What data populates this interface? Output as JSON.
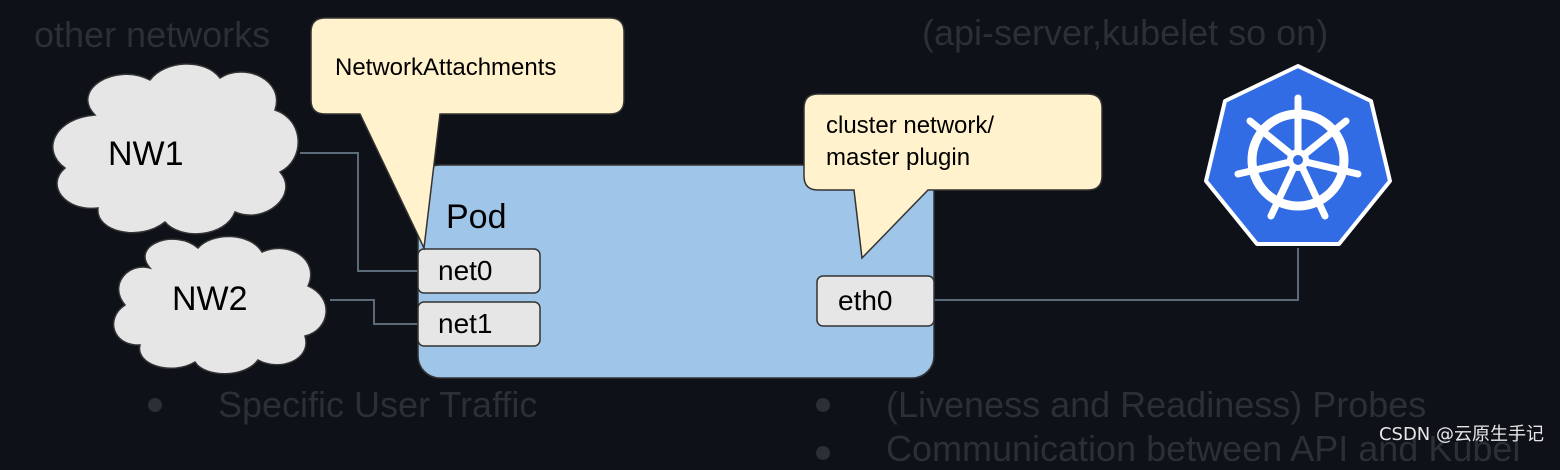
{
  "background_text": {
    "top_left": "other networks",
    "top_right": "(api-server,kubelet so on)",
    "bullet_1": "Specific User Traffic",
    "bullet_2": "(Liveness and Readiness) Probes",
    "bullet_3": "Communication between API and Kubel"
  },
  "clouds": [
    {
      "label": "NW1"
    },
    {
      "label": "NW2"
    }
  ],
  "pod": {
    "title": "Pod",
    "interfaces": [
      {
        "label": "net0"
      },
      {
        "label": "net1"
      },
      {
        "label": "eth0"
      }
    ]
  },
  "callouts": {
    "network_attachments": "NetworkAttachments",
    "cluster_network_line1": "cluster network/",
    "cluster_network_line2": "master plugin"
  },
  "logo": {
    "icon": "kubernetes-helm-wheel-icon",
    "color": "#326ce5"
  },
  "colors": {
    "pod_fill": "#9fc5e8",
    "cloud_fill": "#e6e6e6",
    "callout_fill": "#fff2cc",
    "connector": "#5b6b7a"
  },
  "watermark": "CSDN @云原生手记"
}
